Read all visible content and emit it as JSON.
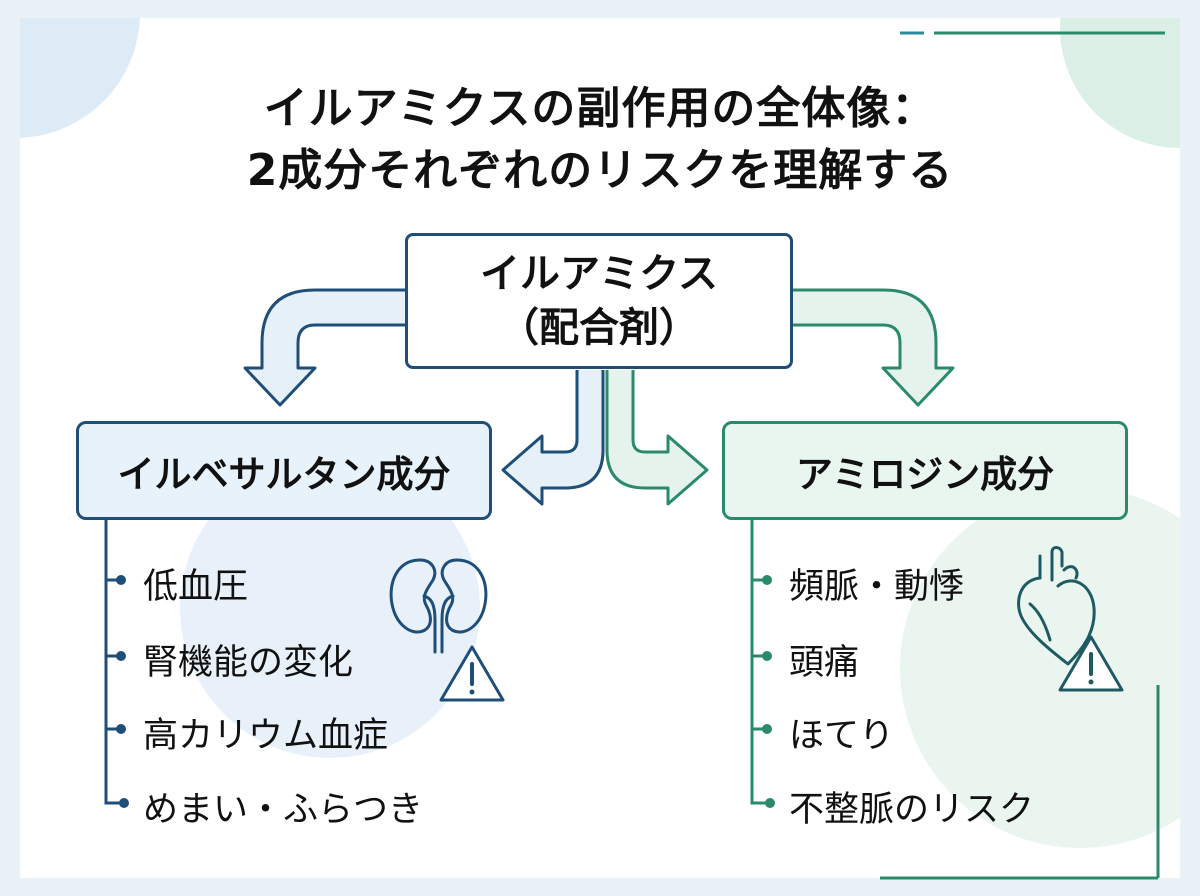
{
  "title": {
    "line1": "イルアミクスの副作用の全体像：",
    "line2": "2成分それぞれのリスクを理解する"
  },
  "root": {
    "line1": "イルアミクス",
    "line2": "（配合剤）"
  },
  "left_component": {
    "label": "イルベサルタン成分",
    "color": "#1f4e79",
    "fill": "#e8f2fa",
    "icon": "kidney-icon",
    "items": [
      "低血圧",
      "腎機能の変化",
      "高カリウム血症",
      "めまい・ふらつき"
    ]
  },
  "right_component": {
    "label": "アミロジン成分",
    "color": "#2a8a6a",
    "fill": "#e9f6f0",
    "icon": "heart-icon",
    "items": [
      "頻脈・動悸",
      "頭痛",
      "ほてり",
      "不整脈のリスク"
    ]
  },
  "warning_icon": "warning-triangle-icon"
}
